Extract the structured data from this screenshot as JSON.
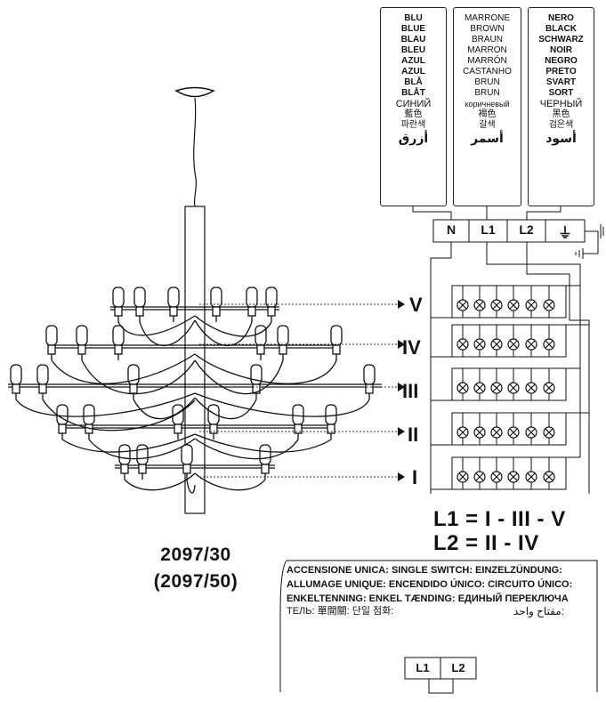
{
  "wire_boxes": {
    "blue": [
      "BLU",
      "BLUE",
      "BLAU",
      "BLEU",
      "AZUL",
      "AZUL",
      "BLÅ",
      "BLÅT",
      "СИНИЙ",
      "藍色",
      "파란색",
      "أزرق"
    ],
    "brown": [
      "MARRONE",
      "BROWN",
      "BRAUN",
      "MARRON",
      "MARRÓN",
      "CASTANHO",
      "BRUN",
      "BRUN",
      "коричневый",
      "褐色",
      "갈색",
      "أسمر"
    ],
    "black": [
      "NERO",
      "BLACK",
      "SCHWARZ",
      "NOIR",
      "NEGRO",
      "PRETO",
      "SVART",
      "SORT",
      "ЧЕРНЫЙ",
      "黑色",
      "검은색",
      "أسود"
    ]
  },
  "terminals": [
    "N",
    "L1",
    "L2",
    "⏚"
  ],
  "levels": [
    "V",
    "IV",
    "III",
    "II",
    "I"
  ],
  "formulas": {
    "l1": "L1 = I - III - V",
    "l2": "L2 = II - IV"
  },
  "model": {
    "line1": "2097/30",
    "line2": "(2097/50)"
  },
  "note": {
    "line1": "ACCENSIONE UNICA: SINGLE SWITCH: EINZELZÜNDUNG:",
    "line2": "ALLUMAGE UNIQUE: ENCENDIDO ÚNICO: CIRCUITO ÚNICO:",
    "line3": "ENKELTENNING: ENKEL TÆNDING: ЕДИНЫЙ ПЕРЕКЛЮЧА",
    "line4a": "ТЕЛЬ: 單開關: 단일 점화:",
    "line4b": "مفتاح واحد:"
  },
  "switch_terminals": [
    "L1",
    "L2"
  ]
}
